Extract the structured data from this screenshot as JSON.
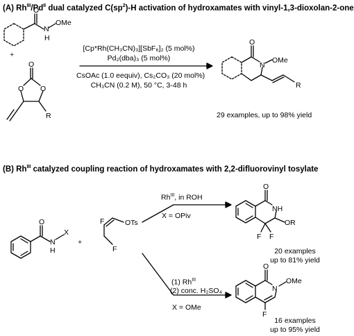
{
  "panelA": {
    "title_prefix": "(A) Rh",
    "title_sup1": "III",
    "title_mid": "/Pd",
    "title_sup2": "II",
    "title_rest": " dual catalyzed C(sp",
    "title_sup3": "2",
    "title_end": ")-H activation of  hydroxamates with vinyl-1,3-dioxolan-2-one",
    "cond_line1": "[Cp*Rh(CH₃CN)₃][SbF₆]₂ (5 mol%)",
    "cond_line2": "Pd₂(dba)₃ (5 mol%)",
    "cond_line3": "CsOAc (1.0 eequiv), Cs₂CO₃ (20 mol%)",
    "cond_line4": "CH₃CN (0.2 M), 50 °C, 3-48 h",
    "result": "29 examples, up to 98% yield",
    "atoms": {
      "O1": "O",
      "OMe1": "OMe",
      "H1": "H",
      "N1": "N",
      "plus": "+",
      "O2": "O",
      "O3": "O",
      "O4": "O",
      "R1": "R",
      "O5": "O",
      "N2": "N",
      "OMe2": "OMe",
      "R2": "R"
    }
  },
  "panelB": {
    "title_prefix": "(B) Rh",
    "title_sup": "III",
    "title_rest": " catalyzed coupling reaction of hydroxamates with 2,2-difluorovinyl tosylate",
    "upper_cond1": "Rh",
    "upper_cond1_sup": "III",
    "upper_cond1_rest": ", in ROH",
    "upper_cond2": "X = OPiv",
    "upper_result1": "20 examples",
    "upper_result2": "up to 81% yield",
    "lower_cond1": "(1) Rh",
    "lower_cond1_sup": "III",
    "lower_cond2": "(2) conc. H₂SO₄",
    "lower_cond3": "X = OMe",
    "lower_result1": "16 examples",
    "lower_result2": "up to 95% yield",
    "atoms": {
      "O1": "O",
      "N1": "N",
      "H1": "H",
      "X": "X",
      "plus": "+",
      "F1": "F",
      "F2": "F",
      "OTs": "OTs",
      "O2": "O",
      "NH": "NH",
      "F3": "F",
      "F4": "F",
      "OR": "OR",
      "O3": "O",
      "N3": "N",
      "OMe": "OMe",
      "F5": "F"
    }
  }
}
